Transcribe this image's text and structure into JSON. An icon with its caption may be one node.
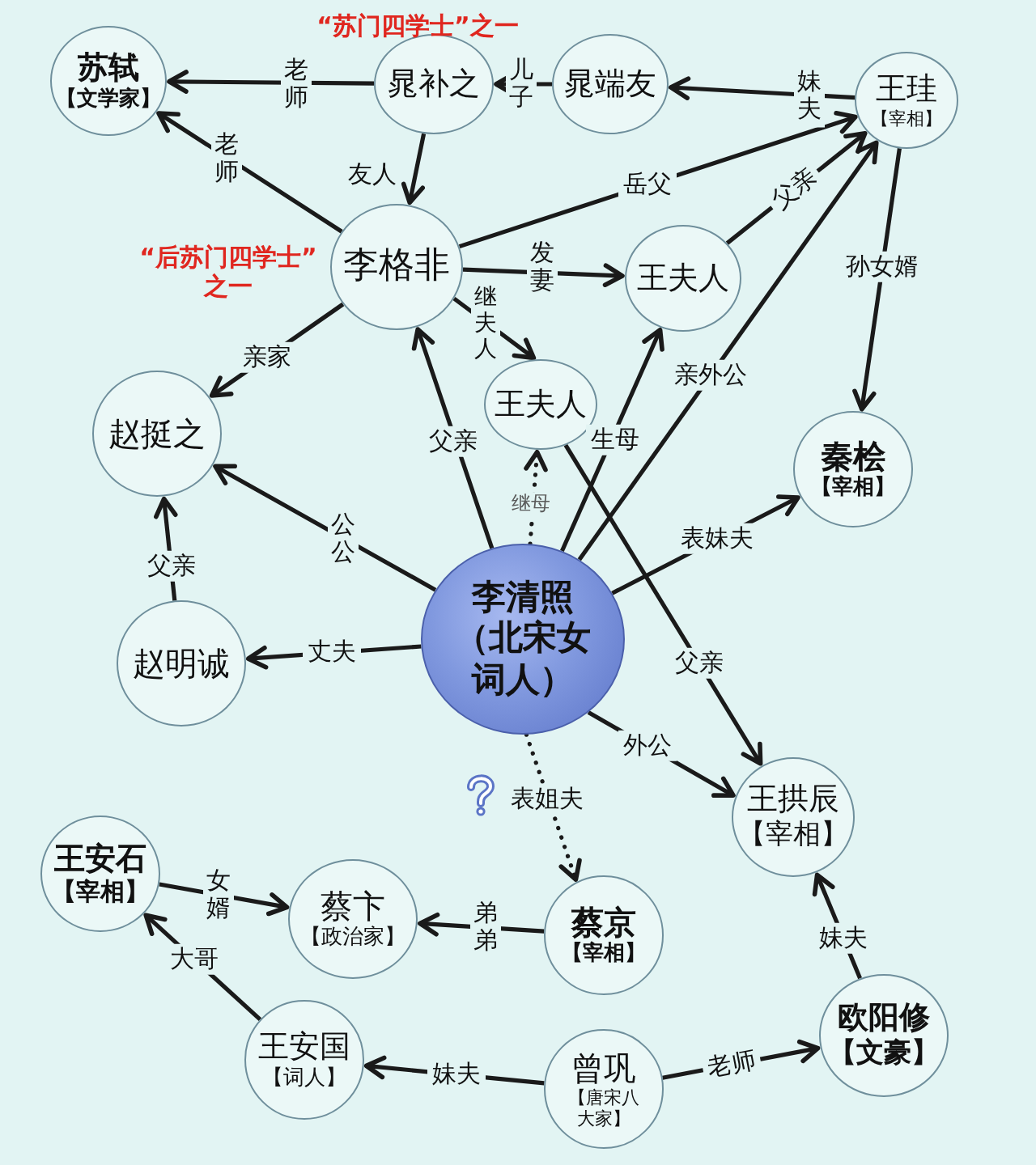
{
  "diagram": {
    "nodes": [
      {
        "text": [
          "苏轼",
          "【文学家】"
        ]
      },
      {
        "text": [
          "晁补之"
        ],
        "beside": [
          "“苏门四学士”之一"
        ]
      },
      {
        "text": [
          "晁端友"
        ]
      },
      {
        "text": [
          "王珪",
          "【宰相】"
        ]
      },
      {
        "text": [
          "李格非"
        ],
        "beside": [
          "“后苏门四学士”之一"
        ]
      },
      {
        "text": [
          "王夫人"
        ]
      },
      {
        "text": [
          "王夫人"
        ]
      },
      {
        "text": [
          "赵挺之"
        ]
      },
      {
        "text": [
          "秦桧",
          "【宰相】"
        ]
      },
      {
        "text": [
          "李清照",
          "（北宋女词人）"
        ]
      },
      {
        "text": [
          "赵明诚"
        ]
      },
      {
        "text": [
          "王拱辰",
          "【宰相】"
        ]
      },
      {
        "text": [
          "王安石",
          "【宰相】"
        ]
      },
      {
        "text": [
          "蔡卞",
          "【政治家】"
        ]
      },
      {
        "text": [
          "蔡京",
          "【宰相】"
        ]
      },
      {
        "text": [
          "欧阳修",
          "【文豪】"
        ]
      },
      {
        "text": [
          "王安国",
          "【词人】"
        ]
      },
      {
        "text": [
          "曾巩",
          "【唐宋八大家】"
        ]
      }
    ],
    "edges": [
      {
        "from": 1,
        "to": 0,
        "arrow": "to",
        "label": "老师"
      },
      {
        "from": 4,
        "to": 0,
        "arrow": "to",
        "label": "老师"
      },
      {
        "from": 2,
        "to": 1,
        "arrow": "to",
        "label": "儿子"
      },
      {
        "from": 3,
        "to": 2,
        "arrow": "to",
        "label": "妹夫"
      },
      {
        "from": 1,
        "to": 4,
        "arrow": "to",
        "label": "友人"
      },
      {
        "from": 4,
        "to": 3,
        "arrow": "to",
        "label": "岳父"
      },
      {
        "from": 4,
        "to": 5,
        "arrow": "to",
        "label": "发妻"
      },
      {
        "from": 5,
        "to": 3,
        "arrow": "to",
        "label": "父亲"
      },
      {
        "from": 3,
        "to": 8,
        "arrow": "to",
        "label": "孙女婿"
      },
      {
        "from": 4,
        "to": 6,
        "arrow": "to",
        "label": "继夫人"
      },
      {
        "from": 4,
        "to": 7,
        "arrow": "to",
        "label": "亲家"
      },
      {
        "from": 9,
        "to": 4,
        "arrow": "to",
        "label": "父亲"
      },
      {
        "from": 9,
        "to": 6,
        "arrow": "to",
        "label": "继母",
        "style": "dashed"
      },
      {
        "from": 9,
        "to": 5,
        "arrow": "to",
        "label": "生母"
      },
      {
        "from": 9,
        "to": 3,
        "arrow": "to",
        "label": "亲外公"
      },
      {
        "from": 9,
        "to": 8,
        "arrow": "to",
        "label": "表妹夫"
      },
      {
        "from": 6,
        "to": 11,
        "arrow": "to",
        "label": "父亲"
      },
      {
        "from": 9,
        "to": 11,
        "arrow": "to",
        "label": "外公"
      },
      {
        "from": 9,
        "to": 7,
        "arrow": "to",
        "label": "公公"
      },
      {
        "from": 9,
        "to": 10,
        "arrow": "to",
        "label": "丈夫"
      },
      {
        "from": 10,
        "to": 7,
        "arrow": "to",
        "label": "父亲"
      },
      {
        "from": 9,
        "to": 14,
        "arrow": "to",
        "label": "表姐夫",
        "style": "dashed"
      },
      {
        "from": 12,
        "to": 13,
        "arrow": "to",
        "label": "女婿"
      },
      {
        "from": 14,
        "to": 13,
        "arrow": "to",
        "label": "弟弟"
      },
      {
        "from": 16,
        "to": 12,
        "arrow": "to",
        "label": "大哥"
      },
      {
        "from": 17,
        "to": 16,
        "arrow": "to",
        "label": "妹夫"
      },
      {
        "from": 17,
        "to": 15,
        "arrow": "to",
        "label": "老师"
      },
      {
        "from": 15,
        "to": 11,
        "arrow": "to",
        "label": "妹夫"
      }
    ]
  }
}
